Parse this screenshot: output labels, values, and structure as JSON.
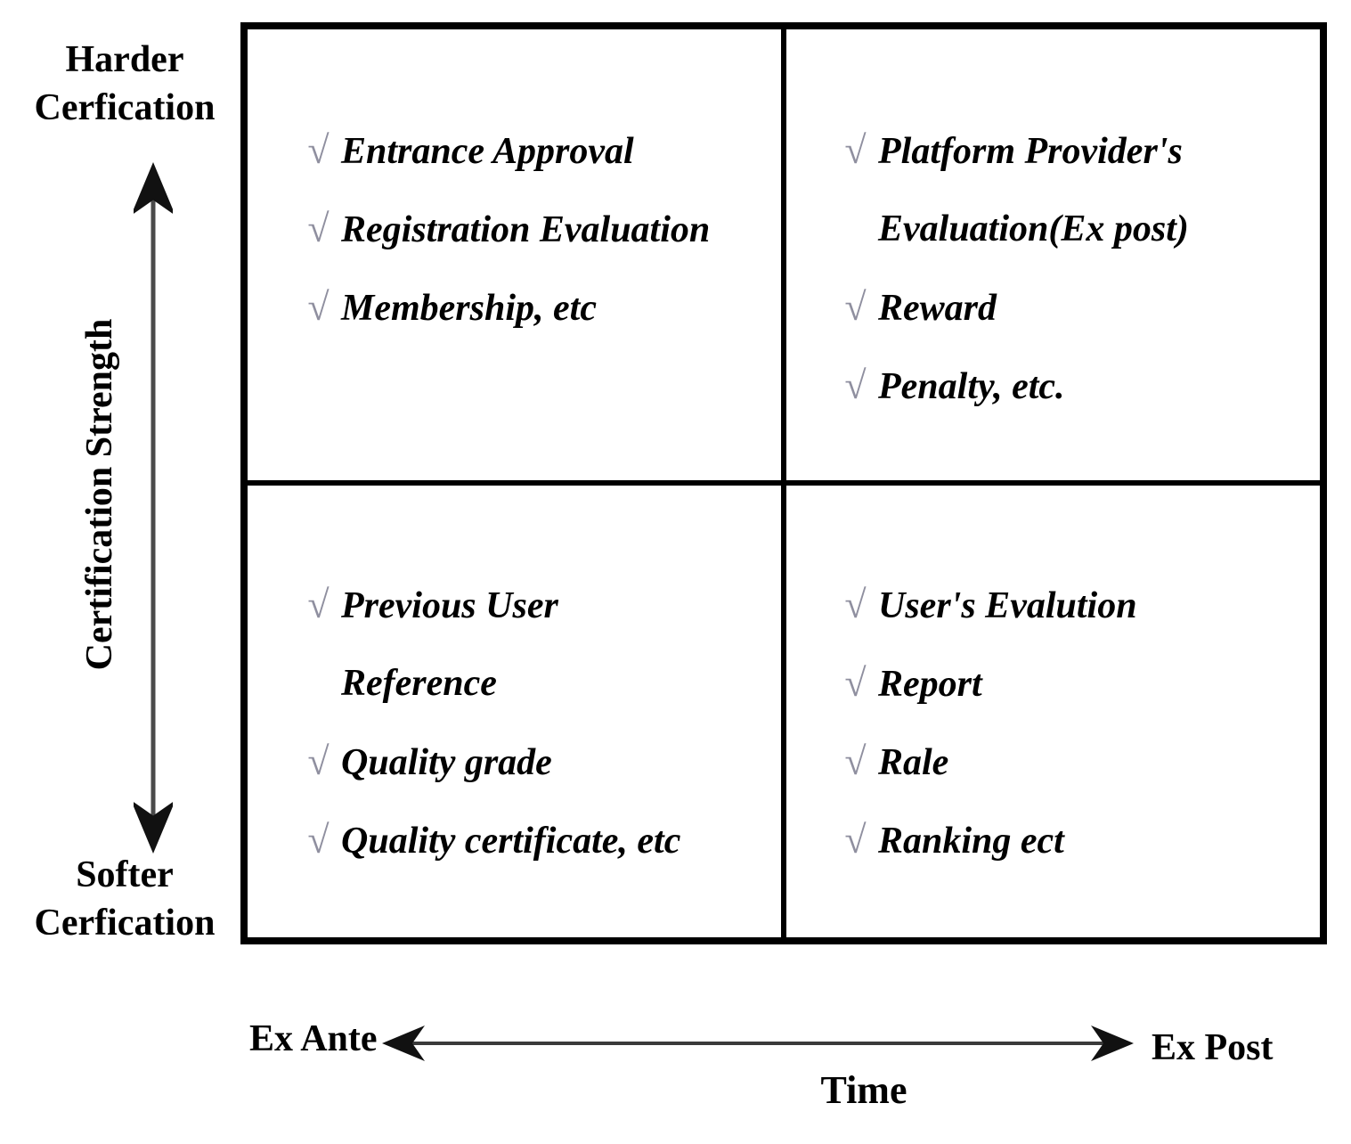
{
  "figure": {
    "glyphs": {
      "check": "√"
    },
    "y_axis": {
      "top_label": {
        "line1": "Harder",
        "line2": "Cerfication"
      },
      "bottom_label": {
        "line1": "Softer",
        "line2": "Cerfication"
      },
      "title": "Certification Strength"
    },
    "x_axis": {
      "left_label": "Ex Ante",
      "right_label": "Ex Post",
      "title": "Time"
    },
    "quadrants": {
      "top_left": {
        "lines": [
          {
            "check": true,
            "text": "Entrance Approval"
          },
          {
            "check": true,
            "text": "Registration Evaluation"
          },
          {
            "check": true,
            "text": "Membership, etc"
          }
        ]
      },
      "top_right": {
        "lines": [
          {
            "check": true,
            "text": "Platform Provider's"
          },
          {
            "check": false,
            "text": "Evaluation(Ex post)"
          },
          {
            "check": true,
            "text": "Reward"
          },
          {
            "check": true,
            "text": "Penalty, etc."
          }
        ]
      },
      "bottom_left": {
        "lines": [
          {
            "check": true,
            "text": "Previous User"
          },
          {
            "check": false,
            "text": "Reference"
          },
          {
            "check": true,
            "text": "Quality grade"
          },
          {
            "check": true,
            "text": "Quality certificate, etc"
          }
        ]
      },
      "bottom_right": {
        "lines": [
          {
            "check": true,
            "text": "User's Evalution"
          },
          {
            "check": true,
            "text": "Report"
          },
          {
            "check": true,
            "text": "Rale"
          },
          {
            "check": true,
            "text": "Ranking ect"
          }
        ]
      }
    },
    "colors": {
      "border": "#000000",
      "text": "#000000",
      "check_mark": "#8f8f9f",
      "arrow": "#4a4a4a"
    }
  }
}
